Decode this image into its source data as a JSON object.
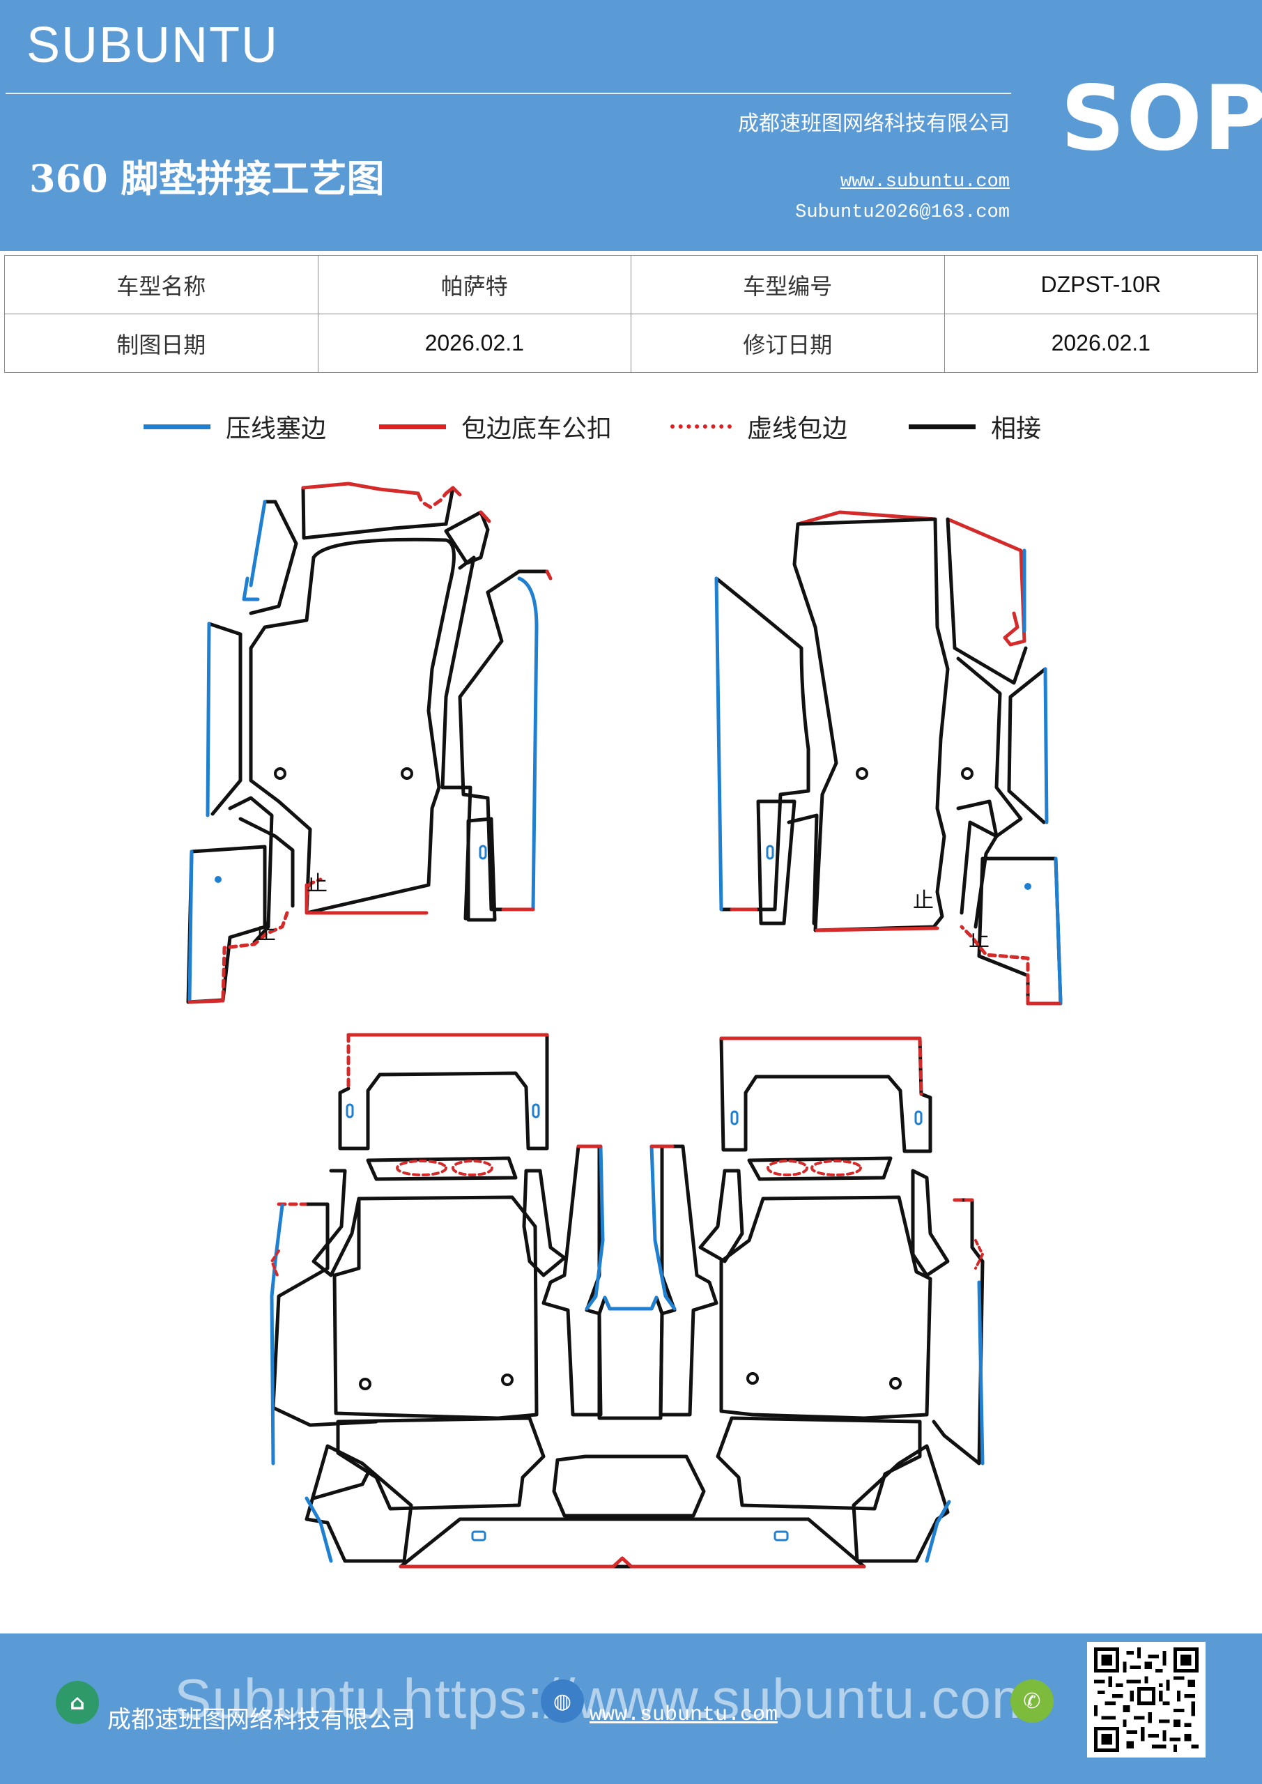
{
  "header": {
    "brand": "SUBUNTU",
    "title": "360 脚垫拼接工艺图",
    "company": "成都速班图网络科技有限公司",
    "website": "www.subuntu.com",
    "email": "Subuntu2026@163.com",
    "badge": "SOP"
  },
  "info": {
    "model_name_label": "车型名称",
    "model_name": "帕萨特",
    "model_code_label": "车型编号",
    "model_code": "DZPST-10R",
    "draw_date_label": "制图日期",
    "draw_date": "2026.02.1",
    "revise_date_label": "修订日期",
    "revise_date": "2026.02.1"
  },
  "legend": [
    {
      "label": "压线塞边",
      "color": "#1f7fd0",
      "style": "solid"
    },
    {
      "label": "包边底车公扣",
      "color": "#e02020",
      "style": "solid"
    },
    {
      "label": "虚线包边",
      "color": "#e02020",
      "style": "dashed"
    },
    {
      "label": "相接",
      "color": "#111111",
      "style": "solid"
    }
  ],
  "footer": {
    "company": "成都速班图网络科技有限公司",
    "website": "www.subuntu.com",
    "watermark": "Subuntu https://www.subuntu.com"
  }
}
